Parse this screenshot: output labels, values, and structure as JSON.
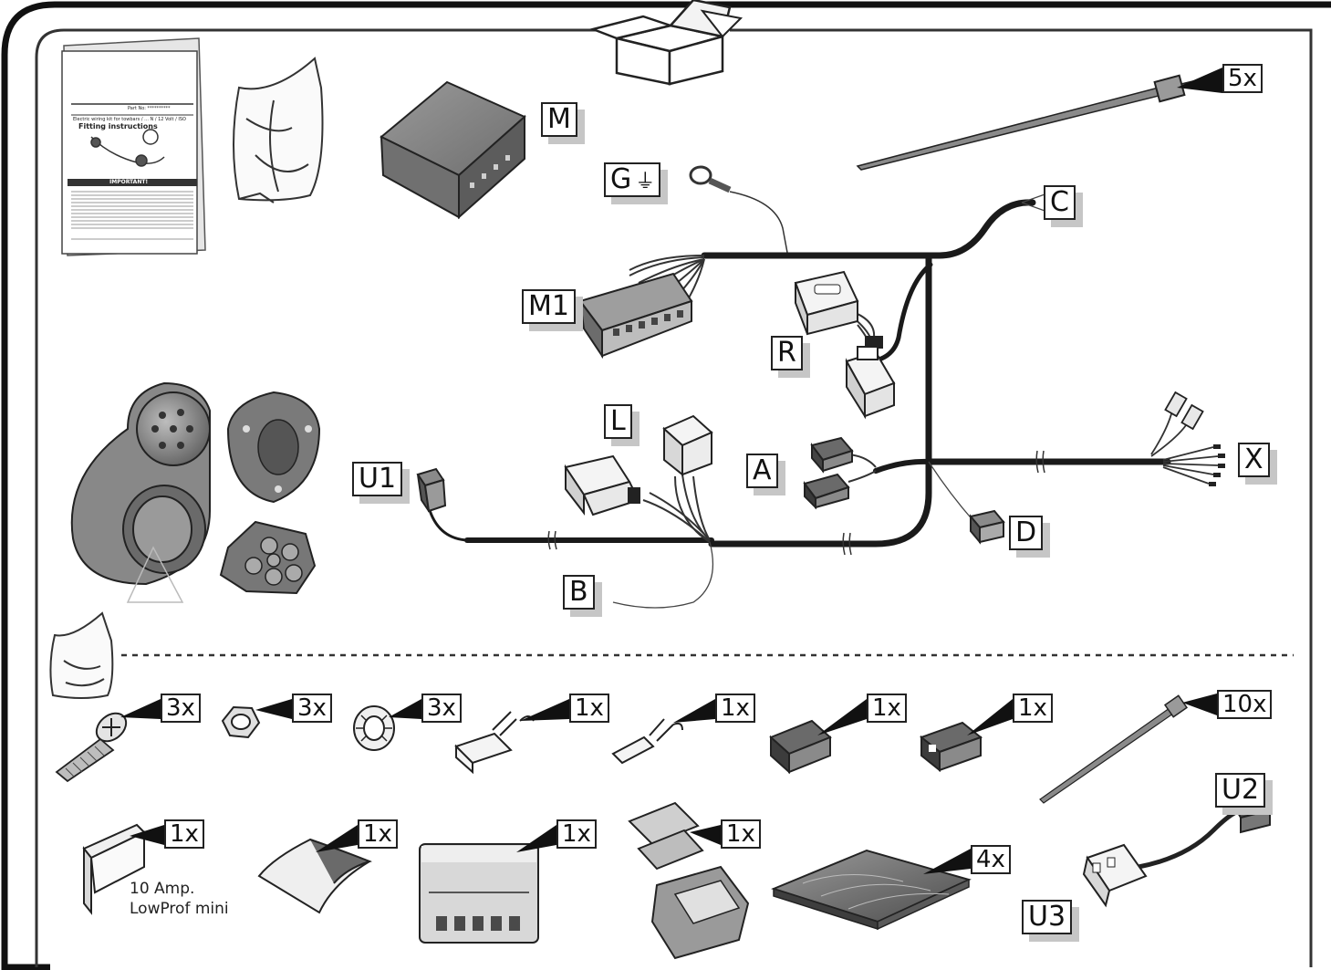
{
  "labels": {
    "M": "M",
    "G": "G",
    "C": "C",
    "M1": "M1",
    "R": "R",
    "L": "L",
    "A": "A",
    "U1": "U1",
    "X": "X",
    "D": "D",
    "B": "B",
    "U2": "U2",
    "U3": "U3"
  },
  "ground_symbol": "⏚",
  "quantities": {
    "cable_tie_long": "5x",
    "bolt": "3x",
    "nut": "3x",
    "lock_washer": "3x",
    "female_terminal": "1x",
    "male_terminal": "1x",
    "connector_housing_1": "1x",
    "connector_housing_2": "1x",
    "cable_tie_small": "10x",
    "fuse": "1x",
    "adhesive_pad": "1x",
    "fuse_holder": "1x",
    "connector_block": "1x",
    "foam_pads": "4x"
  },
  "fuse_note": {
    "line1": "10 Amp.",
    "line2": "LowProf mini"
  },
  "manual": {
    "part_no": "Part No: **********",
    "subtitle": "Electric wiring kit for towbars / ... N / 12 Volt / ISO",
    "title": "Fitting instructions",
    "important": "IMPORTANT!"
  }
}
